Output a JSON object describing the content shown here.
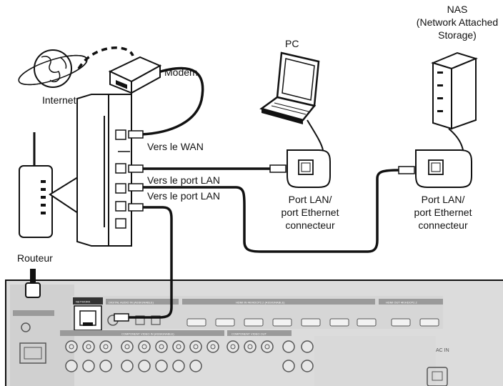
{
  "labels": {
    "internet": "Internet",
    "modem": "Modem",
    "pc": "PC",
    "nas_line1": "NAS",
    "nas_line2": "(Network Attached",
    "nas_line3": "Storage)",
    "wan": "Vers le WAN",
    "lan1": "Vers le port LAN",
    "lan2": "Vers le port LAN",
    "pc_port_line1": "Port LAN/",
    "pc_port_line2": "port Ethernet",
    "pc_port_line3": "connecteur",
    "nas_port_line1": "Port LAN/",
    "nas_port_line2": "port Ethernet",
    "nas_port_line3": "connecteur",
    "router": "Routeur"
  },
  "receiver": {
    "network": "NETWORK",
    "digital_audio": "DIGITAL AUDIO IN (ASSIGNABLE)",
    "hdmi_in": "HDMI IN 4K/HDCP2.2 (ASSIGNABLE)",
    "hdmi_out": "HDMI OUT 4K/HDCP2.2",
    "component_video": "COMPONENT VIDEO IN (ASSIGNABLE)",
    "component_out": "COMPONENT VIDEO OUT",
    "ac_in": "AC IN"
  },
  "colors": {
    "ink": "#111111",
    "receiver_panel": "#dcdcdc",
    "receiver_strip": "#9a9a9a"
  }
}
